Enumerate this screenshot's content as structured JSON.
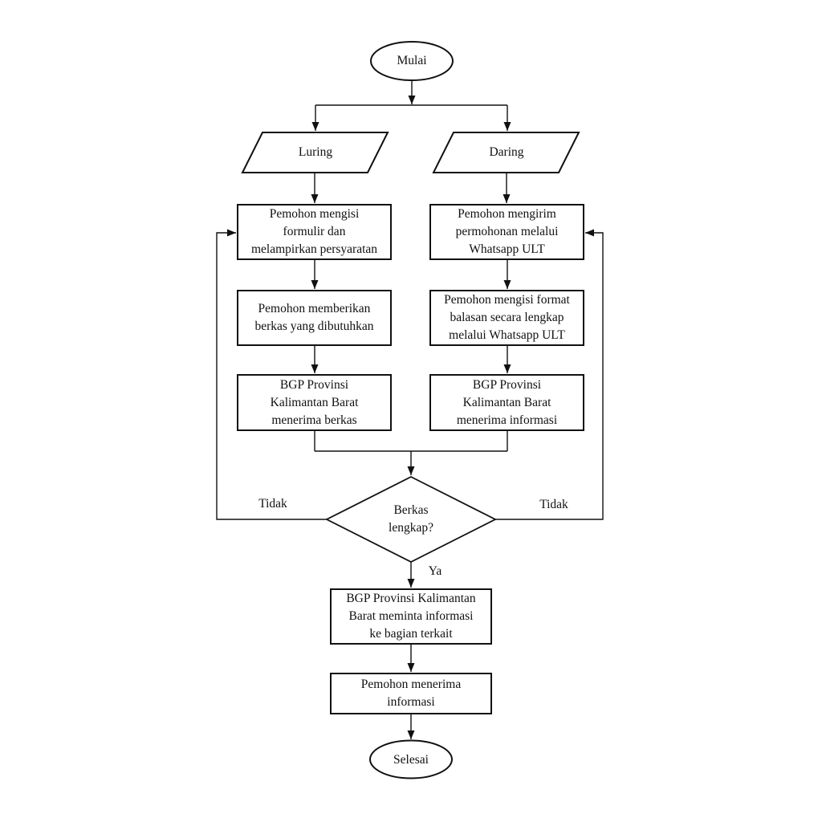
{
  "diagram": {
    "type": "flowchart",
    "colors": {
      "background": "#ffffff",
      "stroke": "#111111",
      "text": "#111111"
    },
    "nodes": {
      "start": {
        "shape": "terminator-oval",
        "label": "Mulai"
      },
      "luring": {
        "shape": "parallelogram",
        "label": "Luring"
      },
      "daring": {
        "shape": "parallelogram",
        "label": "Daring"
      },
      "left1": {
        "shape": "process-rect",
        "label": "Pemohon mengisi\nformulir dan\nmelampirkan persyaratan"
      },
      "right1": {
        "shape": "process-rect",
        "label": "Pemohon mengirim\npermohonan melalui\nWhatsapp ULT"
      },
      "left2": {
        "shape": "process-rect",
        "label": "Pemohon memberikan\nberkas yang dibutuhkan"
      },
      "right2": {
        "shape": "process-rect",
        "label": "Pemohon mengisi format\nbalasan secara lengkap\nmelalui Whatsapp ULT"
      },
      "left3": {
        "shape": "process-rect",
        "label": "BGP Provinsi\nKalimantan Barat\nmenerima berkas"
      },
      "right3": {
        "shape": "process-rect",
        "label": "BGP Provinsi\nKalimantan Barat\nmenerima informasi"
      },
      "decision": {
        "shape": "diamond",
        "label": "Berkas\nlengkap?"
      },
      "bottom1": {
        "shape": "process-rect",
        "label": "BGP Provinsi Kalimantan\nBarat meminta informasi\nke bagian terkait"
      },
      "bottom2": {
        "shape": "process-rect",
        "label": "Pemohon menerima\ninformasi"
      },
      "end": {
        "shape": "terminator-oval",
        "label": "Selesai"
      }
    },
    "edge_labels": {
      "tidak_left": "Tidak",
      "tidak_right": "Tidak",
      "ya": "Ya"
    }
  }
}
